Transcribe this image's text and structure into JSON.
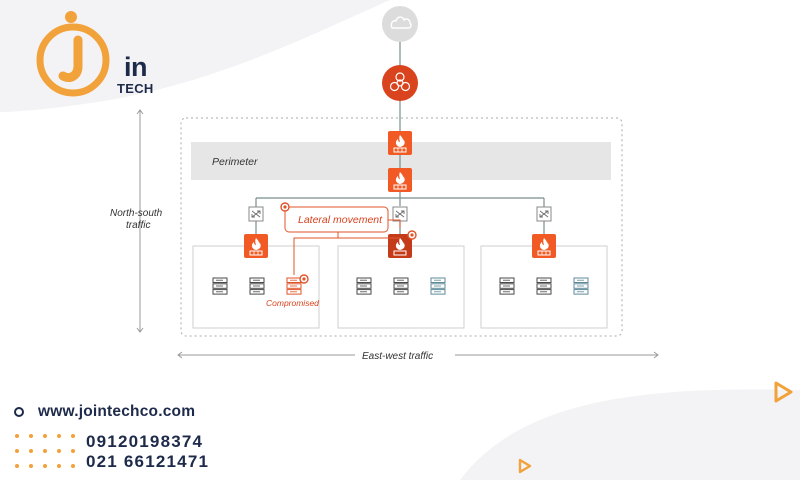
{
  "brand": {
    "name_suffix": "in",
    "subtitle": "TECH"
  },
  "diagram": {
    "perimeter_label": "Perimeter",
    "north_south_label": "North-south\ntraffic",
    "north_south_line1": "North-south",
    "north_south_line2": "traffic",
    "lateral_label": "Lateral movement",
    "compromised_label": "Compromised",
    "east_west_label": "East-west traffic",
    "icons": [
      "cloud-icon",
      "threat-icon",
      "firewall-icon",
      "switch-icon",
      "server-icon",
      "alert-icon"
    ]
  },
  "contact": {
    "website": "www.jointechco.com",
    "phone_1": "09120198374",
    "phone_2": "021 66121471"
  },
  "colors": {
    "brand_orange": "#f2a23a",
    "navy": "#1e2a4a",
    "firewall": "#f15a24",
    "threat": "#d9431e",
    "perimeter_band": "#e6e6e6"
  }
}
